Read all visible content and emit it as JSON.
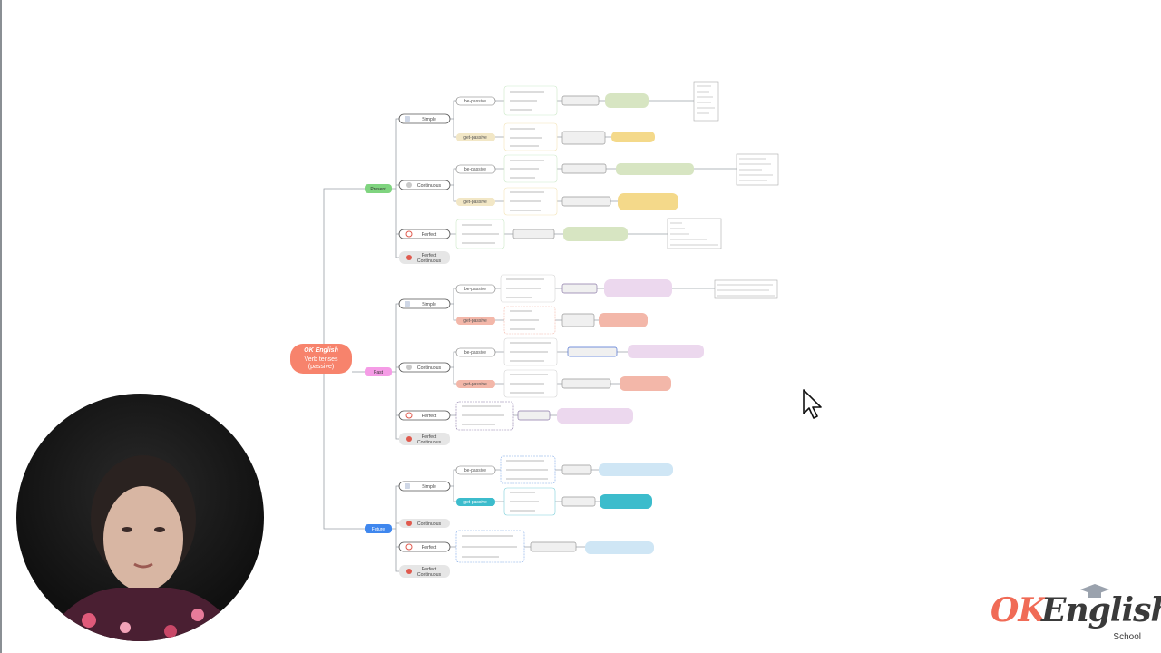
{
  "mindmap": {
    "root": {
      "title": "OK English",
      "label_line1": "Verb tenses",
      "label_line2": "(passive)"
    },
    "times": [
      {
        "key": "present",
        "label": "Present",
        "color": "#7fd47f"
      },
      {
        "key": "past",
        "label": "Past",
        "color": "#f59ce6"
      },
      {
        "key": "future",
        "label": "Future",
        "color": "#3f87ee"
      }
    ],
    "tenses": {
      "simple": "Simple",
      "continuous": "Continuous",
      "perfect": "Perfect",
      "perfect_continuous_1": "Perfect",
      "perfect_continuous_2": "Continuous"
    },
    "voices": {
      "be": "be-passive",
      "get": "get-passive"
    },
    "colors": {
      "root": "#f7836c",
      "present_get": "#f2e7c6",
      "past_get": "#f3b7a9",
      "future_get": "#3cbccc",
      "line": "#9aa0a6"
    }
  },
  "brand": {
    "ok": "OK",
    "english": "English",
    "school": "School"
  }
}
